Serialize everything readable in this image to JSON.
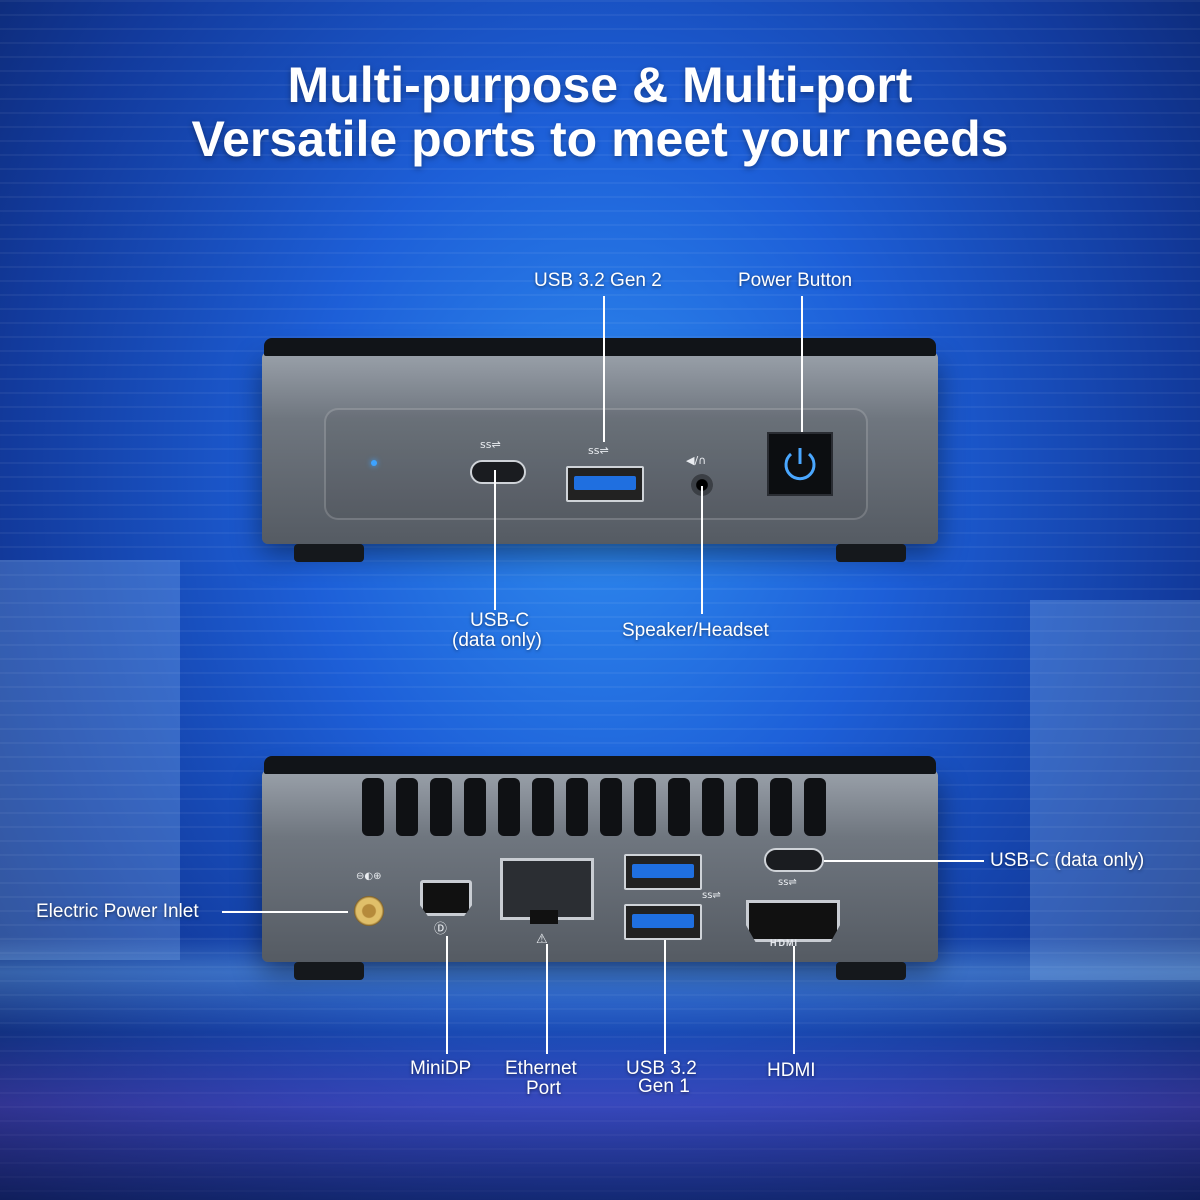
{
  "header": {
    "line1": "Multi-purpose & Multi-port",
    "line2": "Versatile ports to meet your needs"
  },
  "front_labels": {
    "usb32_gen2": "USB 3.2 Gen 2",
    "power_button": "Power Button",
    "usbc_line1": "USB-C",
    "usbc_line2": "(data only)",
    "speaker_headset": "Speaker/Headset"
  },
  "back_labels": {
    "usbc_data_only": "USB-C (data only)",
    "power_inlet": "Electric Power Inlet",
    "minidp": "MiniDP",
    "ethernet_line1": "Ethernet",
    "ethernet_line2": "Port",
    "usb32_gen1_line1": "USB 3.2",
    "usb32_gen1_line2": "Gen 1",
    "hdmi": "HDMI"
  },
  "icons": {
    "power": "power-icon",
    "usb_ss": "usb-superspeed-icon",
    "headset": "headset-icon",
    "displayport": "displayport-icon",
    "network": "network-icon",
    "hdmi_logo": "hdmi-logo",
    "dc_power": "dc-power-icon"
  },
  "colors": {
    "background_center": "#2f8cf0",
    "background_edge": "#0a1f5e",
    "led_blue": "#3da3ff",
    "usb_blue": "#1f6fe0",
    "text": "#ffffff"
  }
}
